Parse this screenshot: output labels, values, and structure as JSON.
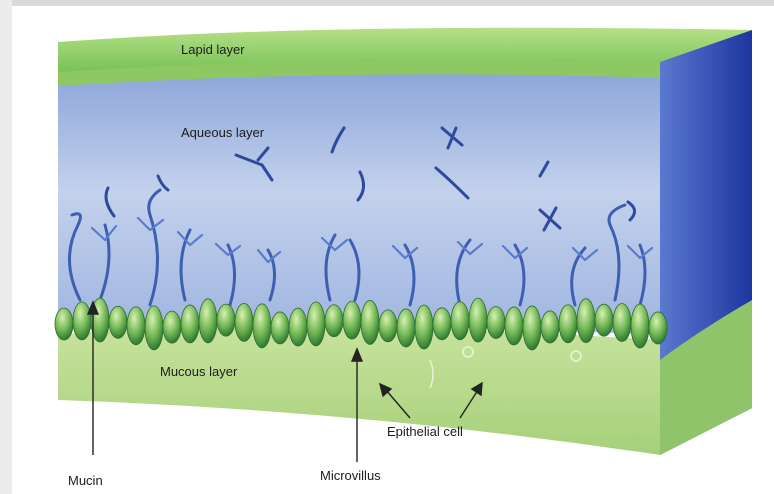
{
  "labels": {
    "lipid": "Lapid layer",
    "aqueous": "Aqueous layer",
    "mucous": "Mucous layer",
    "epithelial": "Epithelial cell",
    "mucin": "Mucin",
    "microvillus": "Microvillus"
  },
  "colors": {
    "lipid_top": "#8fd06a",
    "lipid_front": "#a7d77a",
    "aqueous_light": "#c9d6ee",
    "aqueous_dark": "#7f9ad6",
    "side_panel": "#2a45b0",
    "mucous": "#b6d98a",
    "microvilli": "#5ea84a",
    "mucin_strands": "#3a5cad"
  }
}
